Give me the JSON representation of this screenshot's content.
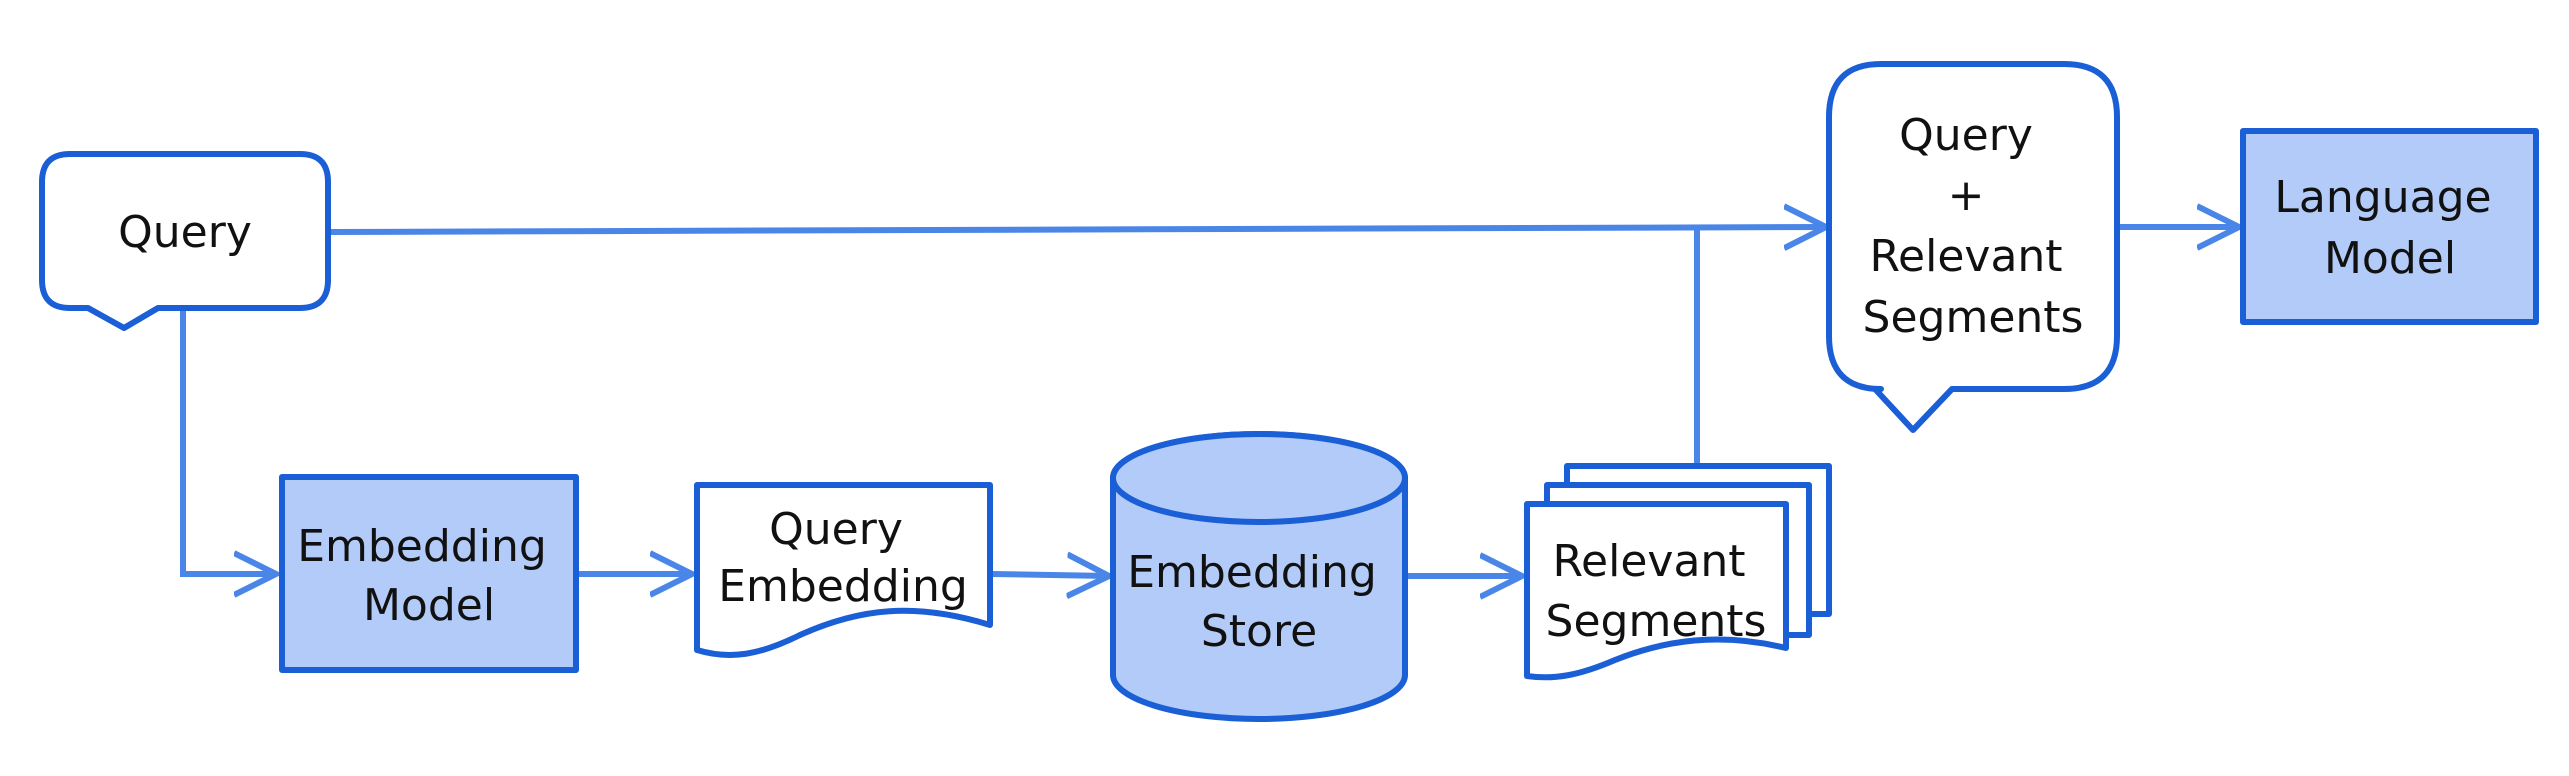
{
  "colors": {
    "stroke": "#1a5fd6",
    "fill_blue": "#b3cbf8",
    "arrow": "#4a86e8"
  },
  "nodes": {
    "query_callout": {
      "lines": [
        "Query"
      ]
    },
    "embedding_model": {
      "lines": [
        "Embedding",
        "Model"
      ]
    },
    "query_embedding": {
      "lines": [
        "Query",
        "Embedding"
      ]
    },
    "embedding_store": {
      "lines": [
        "Embedding",
        "Store"
      ]
    },
    "relevant_segments": {
      "lines": [
        "Relevant",
        "Segments"
      ]
    },
    "combined_callout": {
      "lines": [
        "Query",
        "+",
        "Relevant",
        "Segments"
      ]
    },
    "language_model": {
      "lines": [
        "Language",
        "Model"
      ]
    }
  }
}
